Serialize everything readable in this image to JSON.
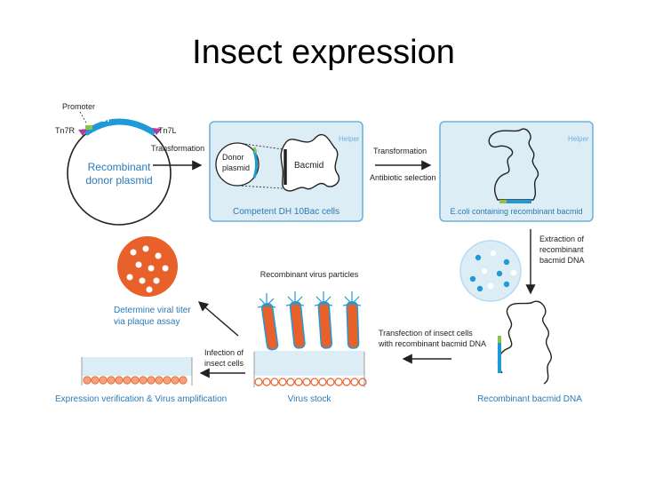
{
  "title": "Insect expression",
  "plasmid": {
    "promoter": "Promoter",
    "goi": "GOI",
    "tn7r": "Tn7R",
    "tn7l": "Tn7L",
    "name_line1": "Recombinant",
    "name_line2": "donor plasmid"
  },
  "step1": {
    "label": "Transformation"
  },
  "box1": {
    "helper": "Helper",
    "donor_line1": "Donor",
    "donor_line2": "plasmid",
    "bacmid": "Bacmid",
    "caption": "Competent DH 10Bac cells"
  },
  "step2": {
    "label1": "Transformation",
    "label2": "Antibiotic selection"
  },
  "box2": {
    "helper": "Helper",
    "caption": "E.coli containing recombinant bacmid"
  },
  "extraction": {
    "line1": "Extraction of",
    "line2": "recombinant",
    "line3": "bacmid DNA"
  },
  "recombinant_dna": {
    "caption": "Recombinant bacmid DNA"
  },
  "transfection": {
    "line1": "Transfection of insect cells",
    "line2": "with recombinant bacmid DNA"
  },
  "virus": {
    "particles": "Recombinant virus particles",
    "stock": "Virus stock"
  },
  "infection": {
    "line1": "Infection of",
    "line2": "insect cells"
  },
  "titer": {
    "line1": "Determine viral titer",
    "line2": "via plaque assay"
  },
  "expression": {
    "caption": "Expression verification & Virus amplification"
  },
  "colors": {
    "box_fill": "#dcedf6",
    "box_stroke": "#6db4d9",
    "caption_blue": "#2a7ab8",
    "goi_blue": "#1e9bd7",
    "green": "#8bc34a",
    "magenta": "#b23aa0",
    "orange": "#e8612a",
    "cell_orange": "#f2a37e",
    "dot_blue": "#1e9bd7"
  }
}
